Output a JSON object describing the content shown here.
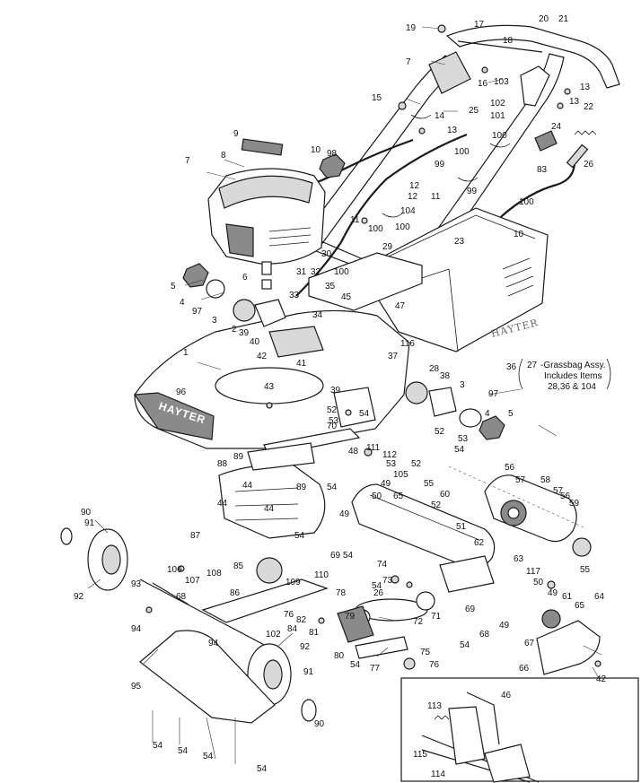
{
  "brand": {
    "deck_logo": "HAYTER",
    "grassbag_logo": "HAYTER"
  },
  "note": {
    "item": "27",
    "line1": "-Grassbag Assy.",
    "line2": "Includes Items",
    "line3": "28,36 & 104"
  },
  "labels": [
    {
      "id": "19",
      "text": "19"
    },
    {
      "id": "17",
      "text": "17"
    },
    {
      "id": "20",
      "text": "20"
    },
    {
      "id": "21",
      "text": "21"
    },
    {
      "id": "18",
      "text": "18"
    },
    {
      "id": "7a",
      "text": "7"
    },
    {
      "id": "16",
      "text": "16"
    },
    {
      "id": "103",
      "text": "103"
    },
    {
      "id": "13a",
      "text": "13"
    },
    {
      "id": "102",
      "text": "102"
    },
    {
      "id": "13b",
      "text": "13"
    },
    {
      "id": "22",
      "text": "22"
    },
    {
      "id": "15",
      "text": "15"
    },
    {
      "id": "25",
      "text": "25"
    },
    {
      "id": "101",
      "text": "101"
    },
    {
      "id": "14",
      "text": "14"
    },
    {
      "id": "13c",
      "text": "13"
    },
    {
      "id": "24",
      "text": "24"
    },
    {
      "id": "100a",
      "text": "100"
    },
    {
      "id": "100b",
      "text": "100"
    },
    {
      "id": "9",
      "text": "9"
    },
    {
      "id": "10a",
      "text": "10"
    },
    {
      "id": "98",
      "text": "98"
    },
    {
      "id": "83",
      "text": "83"
    },
    {
      "id": "26",
      "text": "26"
    },
    {
      "id": "8",
      "text": "8"
    },
    {
      "id": "99a",
      "text": "99"
    },
    {
      "id": "7b",
      "text": "7"
    },
    {
      "id": "12a",
      "text": "12"
    },
    {
      "id": "99b",
      "text": "99"
    },
    {
      "id": "12b",
      "text": "12"
    },
    {
      "id": "11a",
      "text": "11"
    },
    {
      "id": "100c",
      "text": "100"
    },
    {
      "id": "104",
      "text": "104"
    },
    {
      "id": "11b",
      "text": "11"
    },
    {
      "id": "100d",
      "text": "100"
    },
    {
      "id": "100e",
      "text": "100"
    },
    {
      "id": "23",
      "text": "23"
    },
    {
      "id": "10b",
      "text": "10"
    },
    {
      "id": "29",
      "text": "29"
    },
    {
      "id": "30",
      "text": "30"
    },
    {
      "id": "31",
      "text": "31"
    },
    {
      "id": "32",
      "text": "32"
    },
    {
      "id": "100f",
      "text": "100"
    },
    {
      "id": "5a",
      "text": "5"
    },
    {
      "id": "6",
      "text": "6"
    },
    {
      "id": "35",
      "text": "35"
    },
    {
      "id": "4a",
      "text": "4"
    },
    {
      "id": "33",
      "text": "33"
    },
    {
      "id": "45",
      "text": "45"
    },
    {
      "id": "97a",
      "text": "97"
    },
    {
      "id": "34",
      "text": "34"
    },
    {
      "id": "47",
      "text": "47"
    },
    {
      "id": "3a",
      "text": "3"
    },
    {
      "id": "2",
      "text": "2"
    },
    {
      "id": "39a",
      "text": "39"
    },
    {
      "id": "40",
      "text": "40"
    },
    {
      "id": "116",
      "text": "116"
    },
    {
      "id": "1",
      "text": "1"
    },
    {
      "id": "37",
      "text": "37"
    },
    {
      "id": "42a",
      "text": "42"
    },
    {
      "id": "41",
      "text": "41"
    },
    {
      "id": "36",
      "text": "36"
    },
    {
      "id": "28",
      "text": "28"
    },
    {
      "id": "43",
      "text": "43"
    },
    {
      "id": "39b",
      "text": "39"
    },
    {
      "id": "38",
      "text": "38"
    },
    {
      "id": "3b",
      "text": "3"
    },
    {
      "id": "96",
      "text": "96"
    },
    {
      "id": "97b",
      "text": "97"
    },
    {
      "id": "52a",
      "text": "52"
    },
    {
      "id": "54a",
      "text": "54"
    },
    {
      "id": "4b",
      "text": "4"
    },
    {
      "id": "53a",
      "text": "53"
    },
    {
      "id": "5b",
      "text": "5"
    },
    {
      "id": "70",
      "text": "70"
    },
    {
      "id": "52b",
      "text": "52"
    },
    {
      "id": "53b",
      "text": "53"
    },
    {
      "id": "111",
      "text": "111"
    },
    {
      "id": "54b",
      "text": "54"
    },
    {
      "id": "89a",
      "text": "89"
    },
    {
      "id": "48",
      "text": "48"
    },
    {
      "id": "112",
      "text": "112"
    },
    {
      "id": "88",
      "text": "88"
    },
    {
      "id": "53c",
      "text": "53"
    },
    {
      "id": "52c",
      "text": "52"
    },
    {
      "id": "105",
      "text": "105"
    },
    {
      "id": "55a",
      "text": "55"
    },
    {
      "id": "60",
      "text": "60"
    },
    {
      "id": "56a",
      "text": "56"
    },
    {
      "id": "57a",
      "text": "57"
    },
    {
      "id": "44a",
      "text": "44"
    },
    {
      "id": "89b",
      "text": "89"
    },
    {
      "id": "54c",
      "text": "54"
    },
    {
      "id": "49a",
      "text": "49"
    },
    {
      "id": "50a",
      "text": "50"
    },
    {
      "id": "65a",
      "text": "65"
    },
    {
      "id": "58",
      "text": "58"
    },
    {
      "id": "57b",
      "text": "57"
    },
    {
      "id": "56b",
      "text": "56"
    },
    {
      "id": "44b",
      "text": "44"
    },
    {
      "id": "44c",
      "text": "44"
    },
    {
      "id": "52d",
      "text": "52"
    },
    {
      "id": "59",
      "text": "59"
    },
    {
      "id": "49b",
      "text": "49"
    },
    {
      "id": "90a",
      "text": "90"
    },
    {
      "id": "91a",
      "text": "91"
    },
    {
      "id": "51",
      "text": "51"
    },
    {
      "id": "62",
      "text": "62"
    },
    {
      "id": "87",
      "text": "87"
    },
    {
      "id": "54d",
      "text": "54"
    },
    {
      "id": "69a",
      "text": "69"
    },
    {
      "id": "54e",
      "text": "54"
    },
    {
      "id": "55b",
      "text": "55"
    },
    {
      "id": "63",
      "text": "63"
    },
    {
      "id": "106",
      "text": "106"
    },
    {
      "id": "85",
      "text": "85"
    },
    {
      "id": "110",
      "text": "110"
    },
    {
      "id": "74",
      "text": "74"
    },
    {
      "id": "117",
      "text": "117"
    },
    {
      "id": "107",
      "text": "107"
    },
    {
      "id": "108",
      "text": "108"
    },
    {
      "id": "109",
      "text": "109"
    },
    {
      "id": "54f",
      "text": "54"
    },
    {
      "id": "73",
      "text": "73"
    },
    {
      "id": "50b",
      "text": "50"
    },
    {
      "id": "92a",
      "text": "92"
    },
    {
      "id": "93",
      "text": "93"
    },
    {
      "id": "68a",
      "text": "68"
    },
    {
      "id": "86",
      "text": "86"
    },
    {
      "id": "78",
      "text": "78"
    },
    {
      "id": "26b",
      "text": "26"
    },
    {
      "id": "49c",
      "text": "49"
    },
    {
      "id": "61",
      "text": "61"
    },
    {
      "id": "64",
      "text": "64"
    },
    {
      "id": "76a",
      "text": "76"
    },
    {
      "id": "82",
      "text": "82"
    },
    {
      "id": "79",
      "text": "79"
    },
    {
      "id": "72",
      "text": "72"
    },
    {
      "id": "71",
      "text": "71"
    },
    {
      "id": "69b",
      "text": "69"
    },
    {
      "id": "65b",
      "text": "65"
    },
    {
      "id": "94a",
      "text": "94"
    },
    {
      "id": "81",
      "text": "81"
    },
    {
      "id": "84",
      "text": "84"
    },
    {
      "id": "49d",
      "text": "49"
    },
    {
      "id": "102b",
      "text": "102"
    },
    {
      "id": "68b",
      "text": "68"
    },
    {
      "id": "92b",
      "text": "92"
    },
    {
      "id": "94b",
      "text": "94"
    },
    {
      "id": "80",
      "text": "80"
    },
    {
      "id": "54g",
      "text": "54"
    },
    {
      "id": "67",
      "text": "67"
    },
    {
      "id": "75",
      "text": "75"
    },
    {
      "id": "77",
      "text": "77"
    },
    {
      "id": "54h",
      "text": "54"
    },
    {
      "id": "76b",
      "text": "76"
    },
    {
      "id": "66",
      "text": "66"
    },
    {
      "id": "42b",
      "text": "42"
    },
    {
      "id": "91b",
      "text": "91"
    },
    {
      "id": "95",
      "text": "95"
    },
    {
      "id": "46",
      "text": "46"
    },
    {
      "id": "90b",
      "text": "90"
    },
    {
      "id": "113",
      "text": "113"
    },
    {
      "id": "54i",
      "text": "54"
    },
    {
      "id": "54j",
      "text": "54"
    },
    {
      "id": "54k",
      "text": "54"
    },
    {
      "id": "115",
      "text": "115"
    },
    {
      "id": "54l",
      "text": "54"
    },
    {
      "id": "114",
      "text": "114"
    }
  ]
}
